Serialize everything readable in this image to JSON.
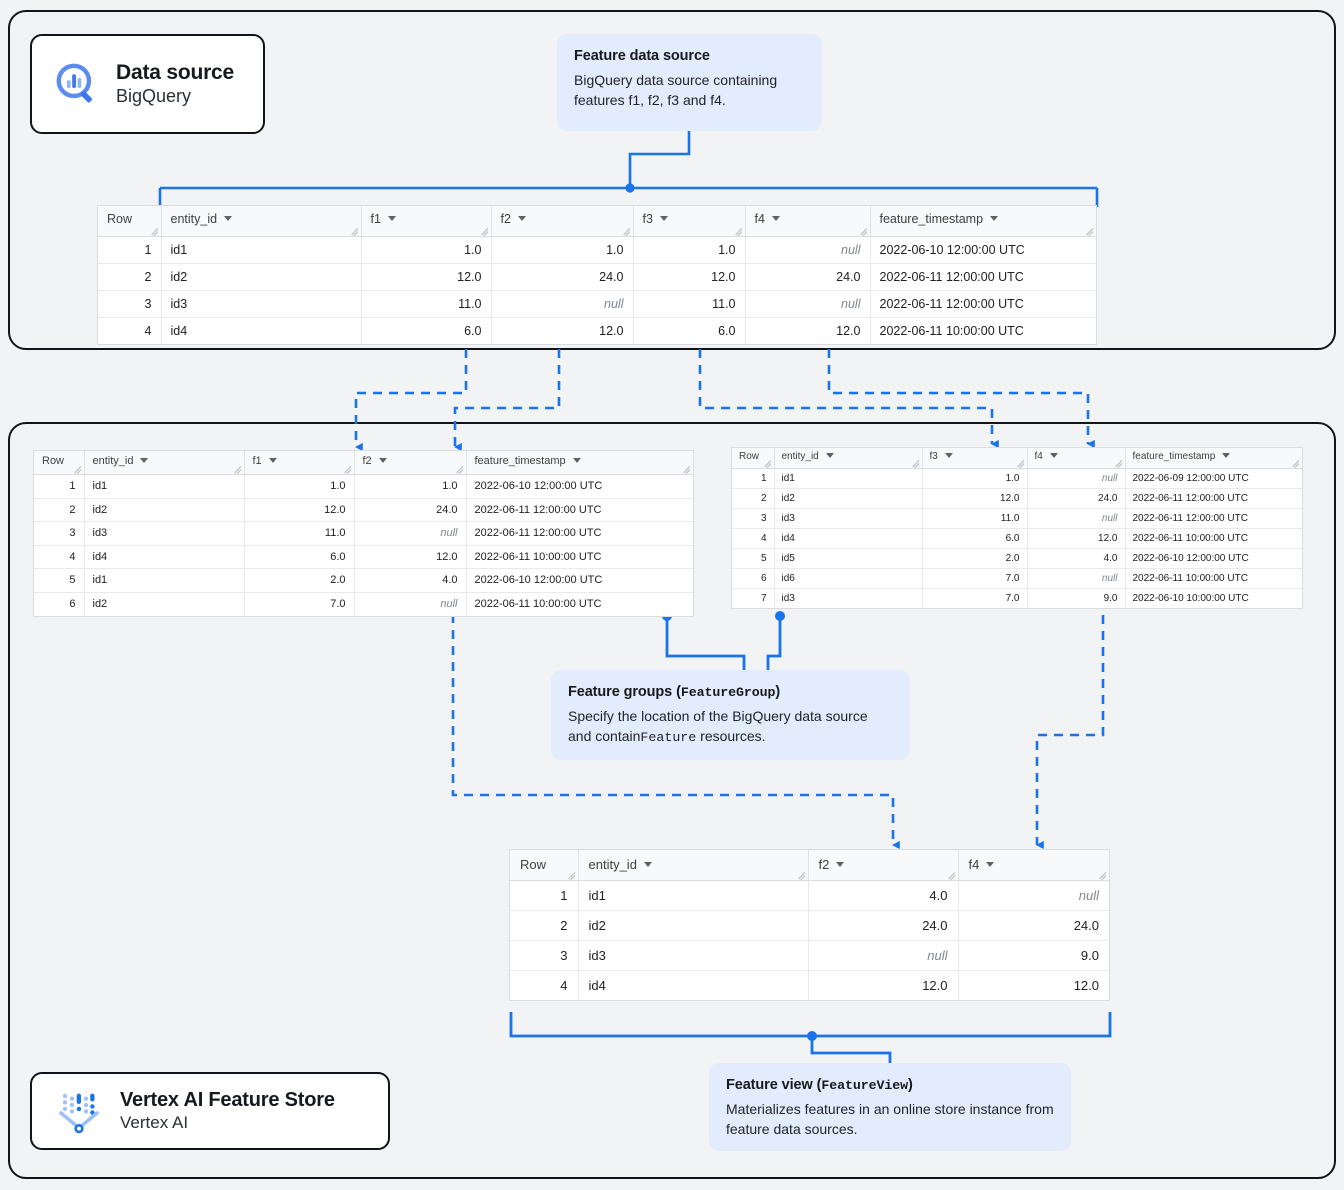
{
  "theme": {
    "accent_blue": "#1a73e8",
    "callout_bg": "#e3ecfd",
    "panel_bg": "#f1f3f4",
    "panel_border": "#111418",
    "icon_blue": "#4285f4",
    "null_color": "#80868b"
  },
  "panels": {
    "data_source": {
      "name": "Data source panel"
    },
    "feature_store": {
      "name": "Vertex AI Feature Store panel"
    }
  },
  "chips": {
    "bigquery": {
      "title": "Data source",
      "subtitle": "BigQuery",
      "icon": "bigquery-icon"
    },
    "feature_store": {
      "title": "Vertex AI Feature Store",
      "subtitle": "Vertex AI",
      "icon": "vertex-ai-icon"
    }
  },
  "callouts": {
    "feature_data_source": {
      "title": "Feature data source",
      "body": "BigQuery data source containing features f1, f2, f3 and f4."
    },
    "feature_groups": {
      "title_plain": "Feature groups (",
      "title_code": "FeatureGroup",
      "title_close": ")",
      "body_part1": "Specify the location of the BigQuery data source and contain",
      "body_code": "Feature",
      "body_part2": " resources."
    },
    "feature_view": {
      "title_plain": "Feature view (",
      "title_code": "FeatureView",
      "title_close": ")",
      "body": "Materializes features in an online store instance from feature data sources."
    }
  },
  "tables": {
    "source": {
      "name": "BigQuery feature data source table",
      "columns": [
        "Row",
        "entity_id",
        "f1",
        "f2",
        "f3",
        "f4",
        "feature_timestamp"
      ],
      "col_widths": [
        "63px",
        "200px",
        "130px",
        "142px",
        "112px",
        "125px",
        "auto"
      ],
      "col_types": [
        "row",
        "id",
        "num",
        "num",
        "num",
        "num",
        "ts"
      ],
      "rows": [
        [
          "1",
          "id1",
          "1.0",
          "1.0",
          "1.0",
          "null",
          "2022-06-10 12:00:00 UTC"
        ],
        [
          "2",
          "id2",
          "12.0",
          "24.0",
          "12.0",
          "24.0",
          "2022-06-11 12:00:00 UTC"
        ],
        [
          "3",
          "id3",
          "11.0",
          "null",
          "11.0",
          "null",
          "2022-06-11 12:00:00 UTC"
        ],
        [
          "4",
          "id4",
          "6.0",
          "12.0",
          "6.0",
          "12.0",
          "2022-06-11 10:00:00 UTC"
        ]
      ]
    },
    "feature_group_1": {
      "name": "Feature group 1 table",
      "columns": [
        "Row",
        "entity_id",
        "f1",
        "f2",
        "feature_timestamp"
      ],
      "col_widths": [
        "50px",
        "160px",
        "110px",
        "112px",
        "auto"
      ],
      "col_types": [
        "row",
        "id",
        "num",
        "num",
        "ts"
      ],
      "rows": [
        [
          "1",
          "id1",
          "1.0",
          "1.0",
          "2022-06-10 12:00:00 UTC"
        ],
        [
          "2",
          "id2",
          "12.0",
          "24.0",
          "2022-06-11 12:00:00 UTC"
        ],
        [
          "3",
          "id3",
          "11.0",
          "null",
          "2022-06-11 12:00:00 UTC"
        ],
        [
          "4",
          "id4",
          "6.0",
          "12.0",
          "2022-06-11 10:00:00 UTC"
        ],
        [
          "5",
          "id1",
          "2.0",
          "4.0",
          "2022-06-10 12:00:00 UTC"
        ],
        [
          "6",
          "id2",
          "7.0",
          "null",
          "2022-06-11 10:00:00 UTC"
        ]
      ]
    },
    "feature_group_2": {
      "name": "Feature group 2 table",
      "columns": [
        "Row",
        "entity_id",
        "f3",
        "f4",
        "feature_timestamp"
      ],
      "col_widths": [
        "42px",
        "148px",
        "105px",
        "98px",
        "auto"
      ],
      "col_types": [
        "row",
        "id",
        "num",
        "num",
        "ts"
      ],
      "rows": [
        [
          "1",
          "id1",
          "1.0",
          "null",
          "2022-06-09 12:00:00 UTC"
        ],
        [
          "2",
          "id2",
          "12.0",
          "24.0",
          "2022-06-11 12:00:00 UTC"
        ],
        [
          "3",
          "id3",
          "11.0",
          "null",
          "2022-06-11 12:00:00 UTC"
        ],
        [
          "4",
          "id4",
          "6.0",
          "12.0",
          "2022-06-11 10:00:00 UTC"
        ],
        [
          "5",
          "id5",
          "2.0",
          "4.0",
          "2022-06-10 12:00:00 UTC"
        ],
        [
          "6",
          "id6",
          "7.0",
          "null",
          "2022-06-11 10:00:00 UTC"
        ],
        [
          "7",
          "id3",
          "7.0",
          "9.0",
          "2022-06-10 10:00:00 UTC"
        ]
      ]
    },
    "feature_view": {
      "name": "Feature view table",
      "columns": [
        "Row",
        "entity_id",
        "f2",
        "f4"
      ],
      "col_widths": [
        "68px",
        "230px",
        "150px",
        "auto"
      ],
      "col_types": [
        "row",
        "id",
        "num",
        "num"
      ],
      "rows": [
        [
          "1",
          "id1",
          "4.0",
          "null"
        ],
        [
          "2",
          "id2",
          "24.0",
          "24.0"
        ],
        [
          "3",
          "id3",
          "null",
          "9.0"
        ],
        [
          "4",
          "id4",
          "12.0",
          "12.0"
        ]
      ]
    }
  }
}
